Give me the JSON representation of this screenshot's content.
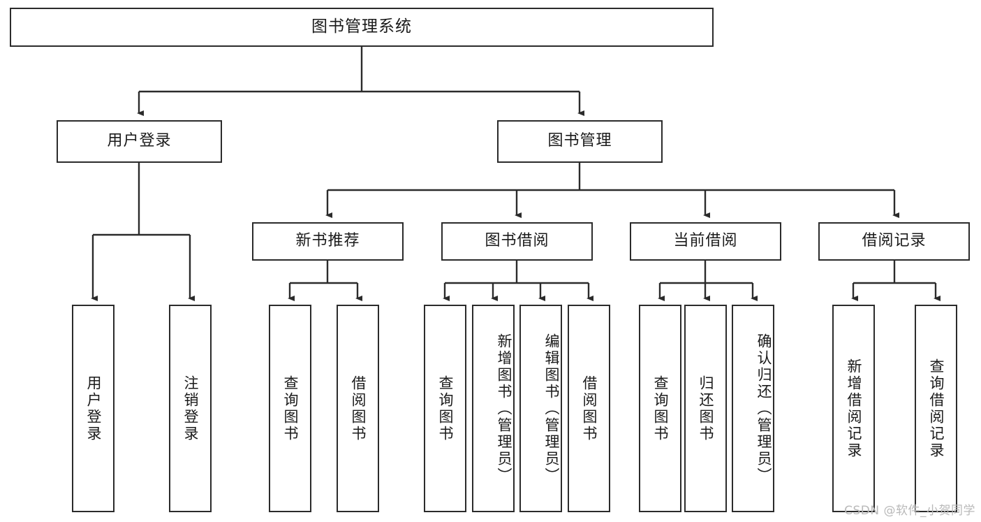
{
  "diagram": {
    "type": "tree-hierarchy-chart",
    "title": "图书管理系统",
    "stroke_color": "#2b2b2b",
    "fill_color": "#ffffff",
    "text_color": "#1a1a1a"
  },
  "root": {
    "label": "图书管理系统"
  },
  "level2": [
    {
      "label": "用户登录"
    },
    {
      "label": "图书管理"
    }
  ],
  "level3": [
    {
      "label": "新书推荐"
    },
    {
      "label": "图书借阅"
    },
    {
      "label": "当前借阅"
    },
    {
      "label": "借阅记录"
    }
  ],
  "leaves": {
    "user_login": [
      {
        "label": "用户登录"
      },
      {
        "label": "注销登录"
      }
    ],
    "new_book_recommend": [
      {
        "label": "查询图书"
      },
      {
        "label": "借阅图书"
      }
    ],
    "book_borrow": [
      {
        "label": "查询图书"
      },
      {
        "label": "新增图书（管理员）"
      },
      {
        "label": "编辑图书（管理员）"
      },
      {
        "label": "借阅图书"
      }
    ],
    "current_borrow": [
      {
        "label": "查询图书"
      },
      {
        "label": "归还图书"
      },
      {
        "label": "确认归还（管理员）"
      }
    ],
    "borrow_record": [
      {
        "label": "新增借阅记录"
      },
      {
        "label": "查询借阅记录"
      }
    ]
  },
  "watermark": {
    "text": "CSDN @软件_小贺同学"
  }
}
